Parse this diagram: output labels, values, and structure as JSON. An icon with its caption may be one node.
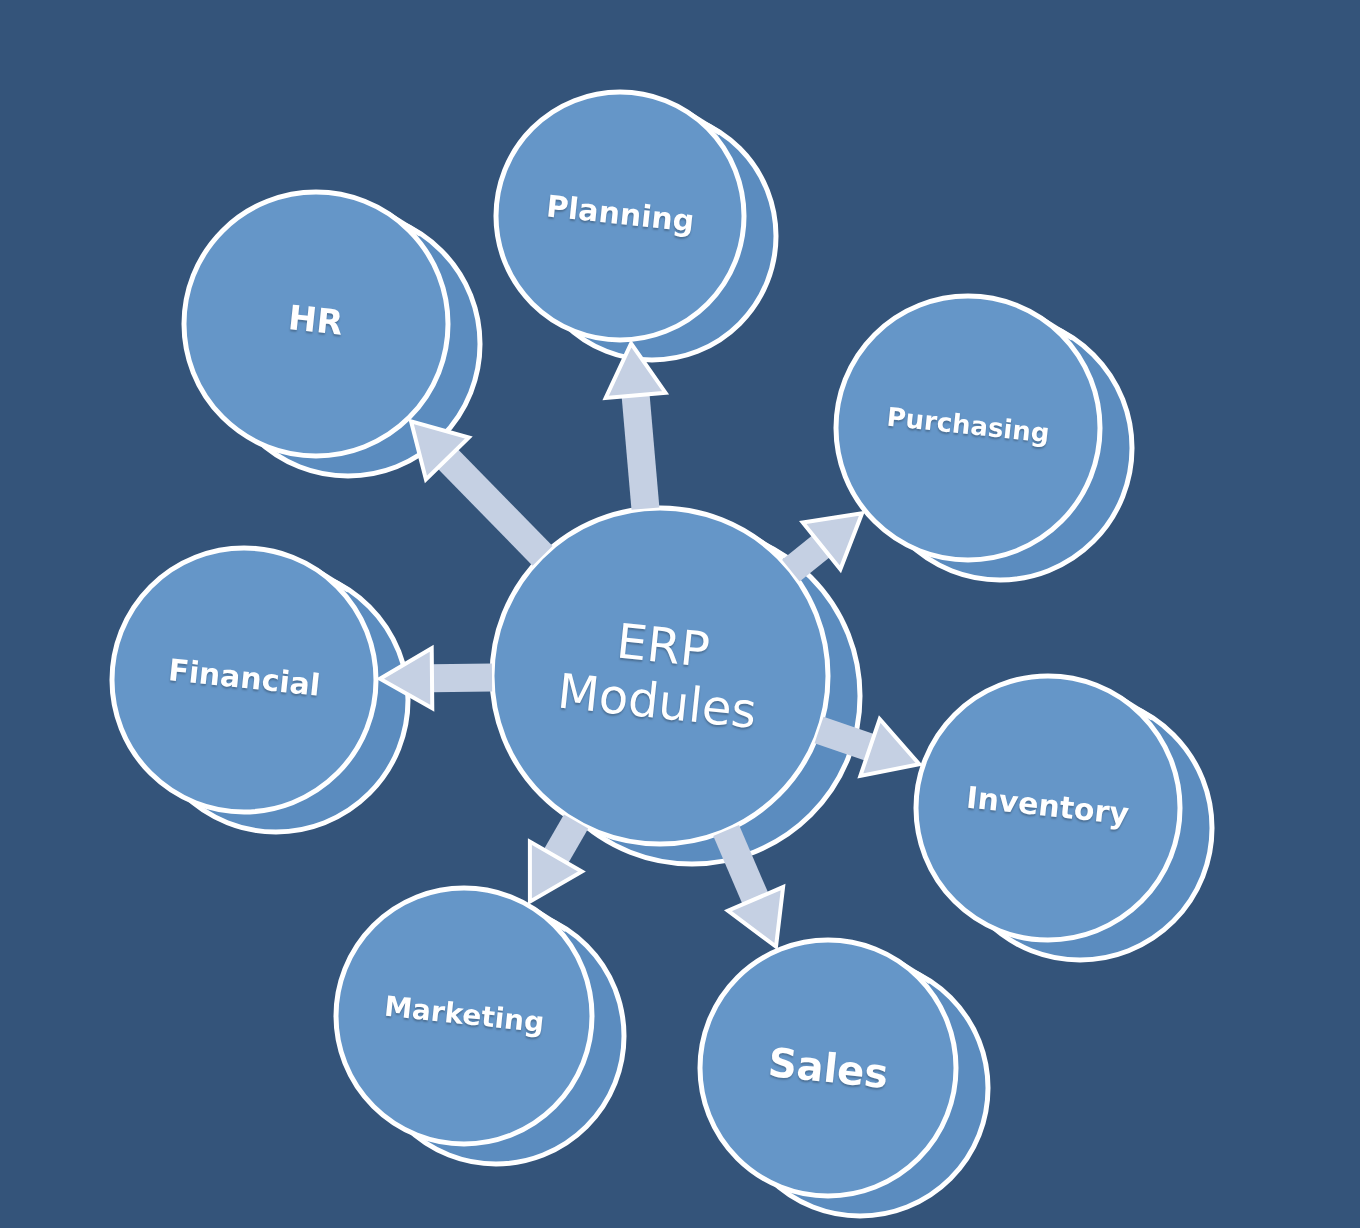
{
  "diagram": {
    "nodes": [
      {
        "text": [
          "ERP Modules"
        ]
      },
      {
        "text": [
          "Planning"
        ]
      },
      {
        "text": [
          "HR"
        ]
      },
      {
        "text": [
          "Purchasing"
        ]
      },
      {
        "text": [
          "Financial"
        ]
      },
      {
        "text": [
          "Inventory"
        ]
      },
      {
        "text": [
          "Marketing"
        ]
      },
      {
        "text": [
          "Sales"
        ]
      }
    ],
    "edges": [
      {
        "from": 0,
        "to": 1,
        "arrow": "to"
      },
      {
        "from": 0,
        "to": 2,
        "arrow": "to"
      },
      {
        "from": 0,
        "to": 3,
        "arrow": "to"
      },
      {
        "from": 0,
        "to": 4,
        "arrow": "to"
      },
      {
        "from": 0,
        "to": 5,
        "arrow": "to"
      },
      {
        "from": 0,
        "to": 6,
        "arrow": "to"
      },
      {
        "from": 0,
        "to": 7,
        "arrow": "to"
      }
    ]
  }
}
